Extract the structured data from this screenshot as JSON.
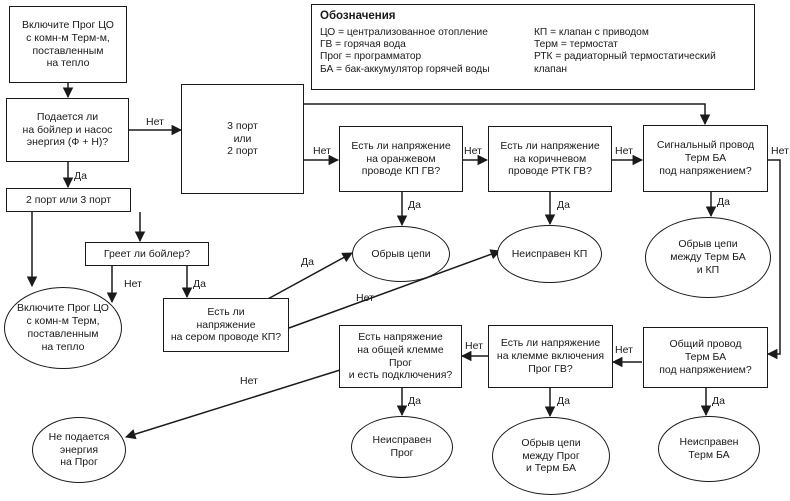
{
  "nodes": {
    "start": "Включите Прог ЦО\nс комн-м Терм-м,\nпоставленным\nна тепло",
    "q_boiler_power": "Подается ли\nна бойлер и насос\nэнергия (Ф + Н)?",
    "port_3_or_2": "3 порт\nили\n2 порт",
    "port_2_or_3": "2 порт или 3 порт",
    "q_boiler_heat": "Греет ли бойлер?",
    "end_turn_on": "Включите Прог ЦО\nс комн-м Терм,\nпоставленным\nна тепло",
    "q_grey_wire": "Есть ли\nнапряжение\nна сером проводе КП?",
    "q_orange_wire": "Есть ли напряжение\nна оранжевом\nпроводе КП ГВ?",
    "q_brown_wire": "Есть ли напряжение\nна коричневом\nпроводе РТК ГВ?",
    "q_signal_wire": "Сигнальный провод\nТерм БА\nпод напряжением?",
    "end_open_circuit": "Обрыв цепи",
    "end_valve_faulty": "Неисправен КП",
    "end_open_term_valve": "Обрыв цепи\nмежду Терм БА\nи КП",
    "q_common_wire": "Общий провод\nТерм БА\nпод напряжением?",
    "q_on_terminal": "Есть ли напряжение\nна клемме включения\nПрог ГВ?",
    "q_common_terminal": "Есть напряжение\nна общей клемме\nПрог\nи есть подключения?",
    "end_no_power": "Не подается\nэнергия\nна Прог",
    "end_prog_faulty": "Неисправен\nПрог",
    "end_open_prog_term": "Обрыв цепи\nмежду Прог\nи Терм БА",
    "end_term_faulty": "Неисправен\nТерм БА"
  },
  "edge_labels": {
    "yes": "Да",
    "no": "Нет"
  },
  "legend": {
    "title": "Обозначения",
    "left": [
      "ЦО = централизованное отопление",
      "ГВ = горячая вода",
      "Прог = программатор",
      "БА = бак-аккумулятор горячей воды"
    ],
    "right": [
      "КП = клапан с приводом",
      "Терм = термостат",
      "РТК = радиаторный термостатический\n         клапан"
    ]
  }
}
